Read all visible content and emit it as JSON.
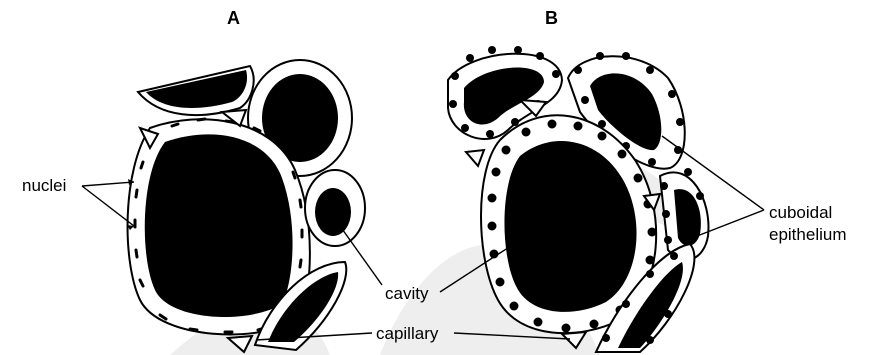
{
  "panels": {
    "a": "A",
    "b": "B"
  },
  "labels": {
    "nuclei": "nuclei",
    "cavity": "cavity",
    "capillary": "capillary",
    "cuboidal_line1": "cuboidal",
    "cuboidal_line2": "epithelium"
  },
  "colors": {
    "ink": "#000000",
    "background": "#ffffff",
    "watermark": "#eeeeee"
  }
}
